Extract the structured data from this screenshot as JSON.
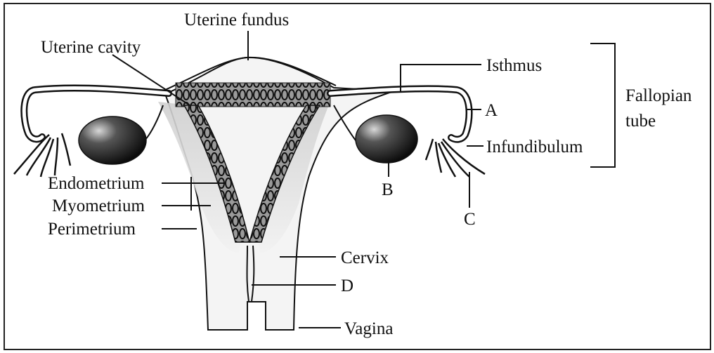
{
  "labels": {
    "uterine_fundus": "Uterine fundus",
    "uterine_cavity": "Uterine cavity",
    "isthmus": "Isthmus",
    "fallopian": "Fallopian",
    "tube": "tube",
    "a": "A",
    "infundibulum": "Infundibulum",
    "b": "B",
    "c": "C",
    "endometrium": "Endometrium",
    "myometrium": "Myometrium",
    "perimetrium": "Perimetrium",
    "cervix": "Cervix",
    "d": "D",
    "vagina": "Vagina"
  }
}
